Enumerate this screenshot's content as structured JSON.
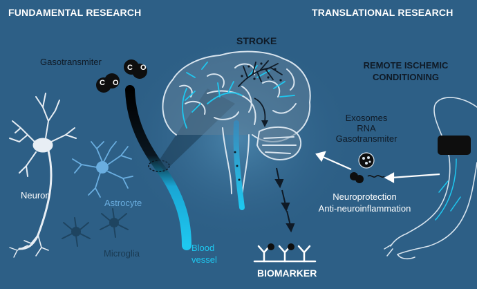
{
  "headers": {
    "fundamental": "FUNDAMENTAL RESEARCH",
    "translational": "TRANSLATIONAL RESEARCH"
  },
  "center": {
    "stroke": "STROKE",
    "biomarker": "BIOMARKER"
  },
  "left": {
    "gasotransmitter": "Gasotransmiter",
    "co_molecule_1": "C O",
    "co_molecule_2": "C O",
    "neuron": "Neuron",
    "astrocyte": "Astrocyte",
    "microglia": "Microglia",
    "blood_vessel_line1": "Blood",
    "blood_vessel_line2": "vessel"
  },
  "right": {
    "ric_line1": "REMOTE ISCHEMIC",
    "ric_line2": "CONDITIONING",
    "exosomes": "Exosomes",
    "rna": "RNA",
    "gasotransmitter": "Gasotransmiter",
    "neuroprotection": "Neuroprotection",
    "anti_neuroinflammation": "Anti-neuroinflammation"
  },
  "colors": {
    "background": "#2d5f86",
    "cyan": "#1ec8f0",
    "outline": "#d8e4ee",
    "astrocyte": "#6aaee0",
    "microglia": "#1e4460",
    "dark": "#0f1a26"
  }
}
